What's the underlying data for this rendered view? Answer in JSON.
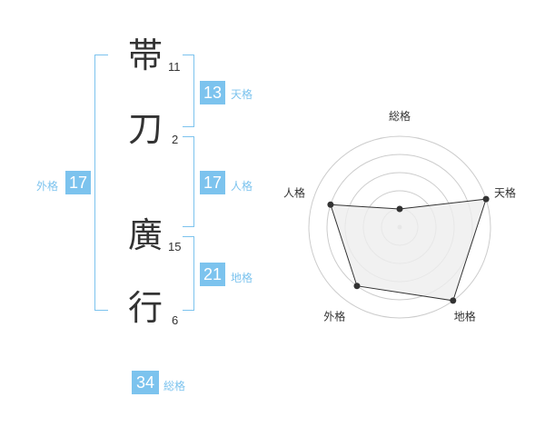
{
  "name_chars": [
    {
      "char": "帯",
      "strokes": "11"
    },
    {
      "char": "刀",
      "strokes": "2"
    },
    {
      "char": "廣",
      "strokes": "15"
    },
    {
      "char": "行",
      "strokes": "6"
    }
  ],
  "fortunes": {
    "tenkaku": {
      "value": "13",
      "label": "天格"
    },
    "jinkaku": {
      "value": "17",
      "label": "人格"
    },
    "chikaku": {
      "value": "21",
      "label": "地格"
    },
    "gaikaku": {
      "value": "17",
      "label": "外格"
    },
    "soukaku": {
      "value": "34",
      "label": "総格"
    }
  },
  "chart_data": {
    "type": "radar",
    "axes": [
      "総格",
      "天格",
      "地格",
      "外格",
      "人格"
    ],
    "values": [
      1,
      5,
      5,
      4,
      4
    ],
    "max": 5,
    "rings": 5,
    "colors": {
      "fill": "#eeeeee",
      "line": "#333333",
      "grid": "#cccccc",
      "point": "#333333"
    }
  },
  "colors": {
    "accent": "#7cc3ee"
  }
}
